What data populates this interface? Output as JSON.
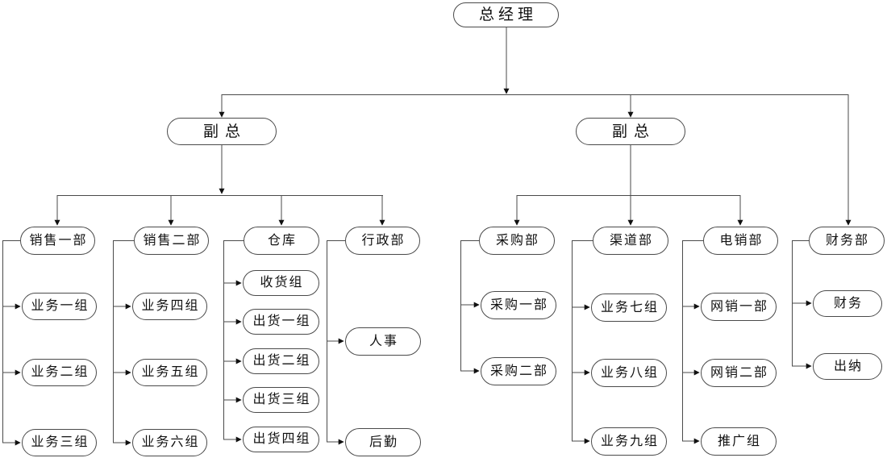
{
  "diagram_type": "organization-chart",
  "colors": {
    "background": "#ffffff",
    "node_border": "#4a4a4a",
    "connector_line": "#4a4a4a",
    "arrowhead": "#111111",
    "text": "#111111"
  },
  "org": {
    "root": {
      "label": "总经理"
    },
    "vps": [
      {
        "label": "副总"
      },
      {
        "label": "副总"
      }
    ],
    "departments": [
      {
        "label": "销售一部",
        "parent": "vp-left",
        "children": [
          {
            "label": "业务一组"
          },
          {
            "label": "业务二组"
          },
          {
            "label": "业务三组"
          }
        ]
      },
      {
        "label": "销售二部",
        "parent": "vp-left",
        "children": [
          {
            "label": "业务四组"
          },
          {
            "label": "业务五组"
          },
          {
            "label": "业务六组"
          }
        ]
      },
      {
        "label": "仓库",
        "parent": "vp-left",
        "children": [
          {
            "label": "收货组"
          },
          {
            "label": "出货一组"
          },
          {
            "label": "出货二组"
          },
          {
            "label": "出货三组"
          },
          {
            "label": "出货四组"
          }
        ]
      },
      {
        "label": "行政部",
        "parent": "vp-left",
        "children": [
          {
            "label": "人事"
          },
          {
            "label": "后勤"
          }
        ]
      },
      {
        "label": "采购部",
        "parent": "vp-right",
        "children": [
          {
            "label": "采购一部"
          },
          {
            "label": "采购二部"
          }
        ]
      },
      {
        "label": "渠道部",
        "parent": "vp-right",
        "children": [
          {
            "label": "业务七组"
          },
          {
            "label": "业务八组"
          },
          {
            "label": "业务九组"
          }
        ]
      },
      {
        "label": "电销部",
        "parent": "vp-right",
        "children": [
          {
            "label": "网销一部"
          },
          {
            "label": "网销二部"
          },
          {
            "label": "推广组"
          }
        ]
      },
      {
        "label": "财务部",
        "parent": "root",
        "children": [
          {
            "label": "财务"
          },
          {
            "label": "出纳"
          }
        ]
      }
    ]
  }
}
